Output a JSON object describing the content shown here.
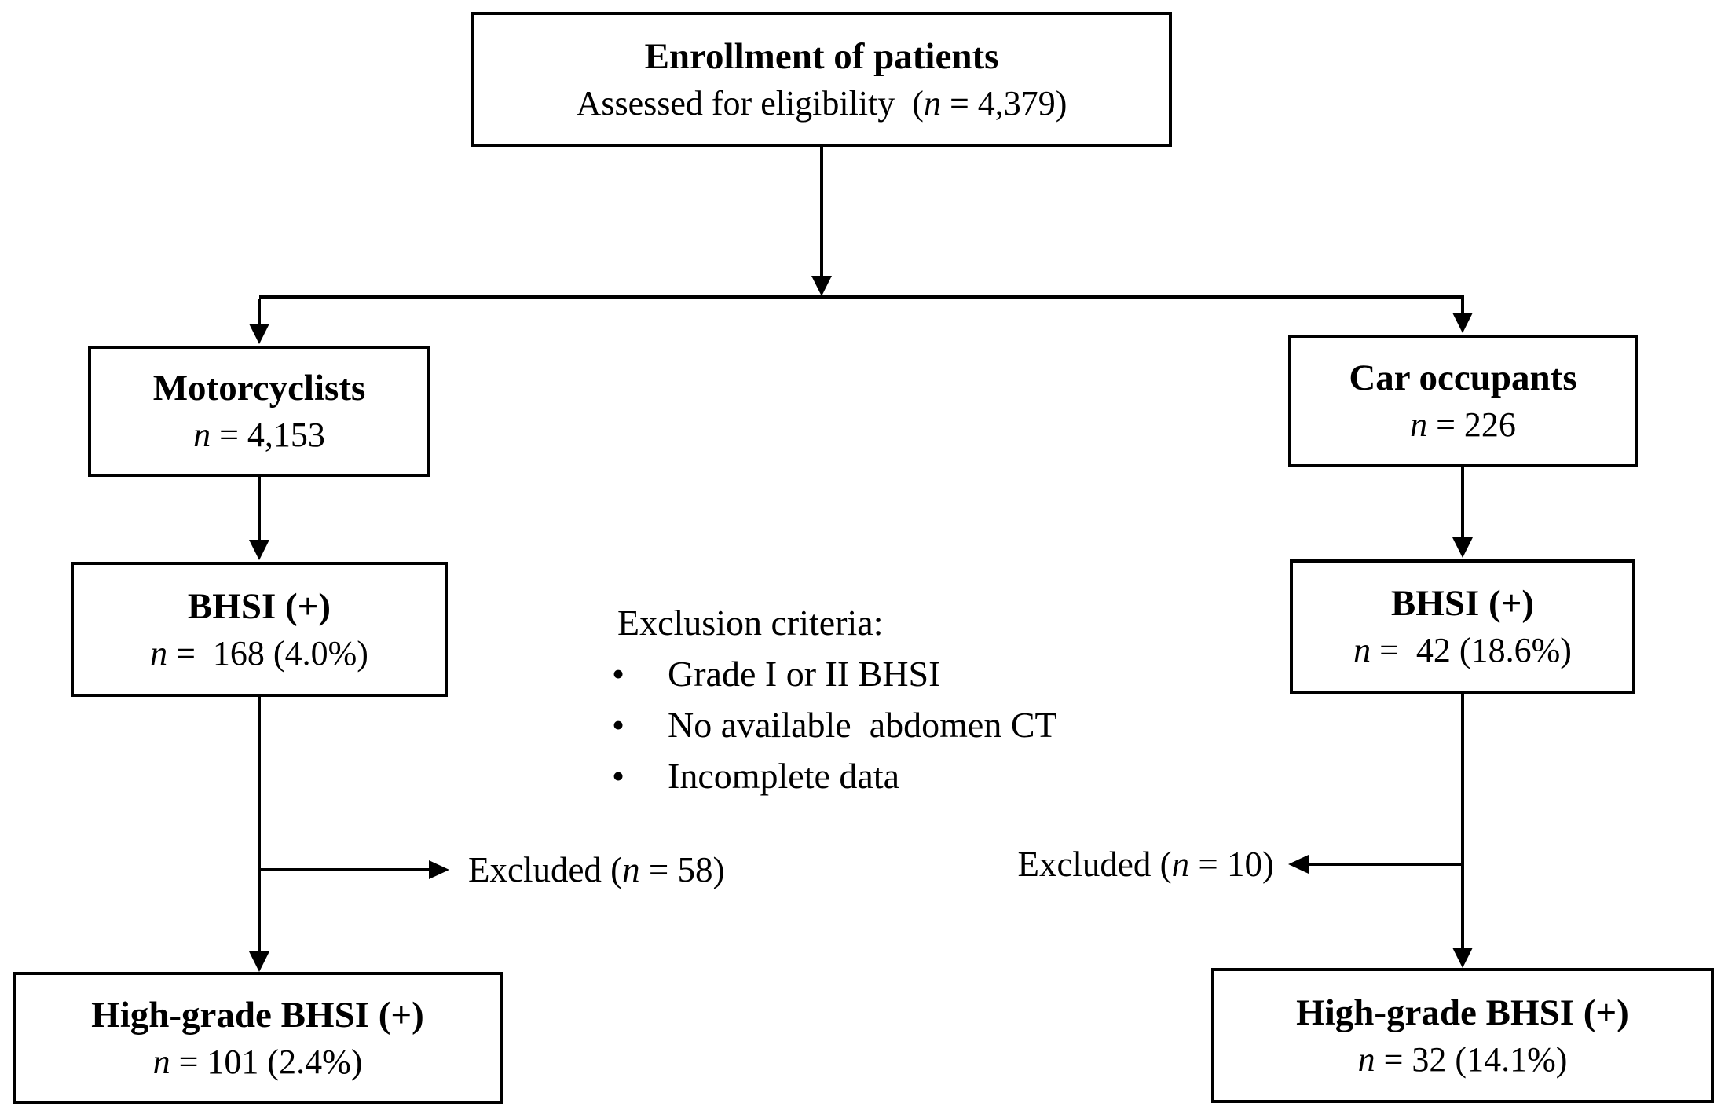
{
  "diagram": {
    "colors": {
      "background": "#ffffff",
      "line": "#000000",
      "box_border": "#000000",
      "text": "#000000"
    },
    "top_box": {
      "title": "Enrollment of patients",
      "subtitle_pre": "Assessed for eligibility  (",
      "subtitle_n": "n",
      "subtitle_post": " = 4,379)"
    },
    "left_branch": {
      "group_box": {
        "title": "Motorcyclists",
        "n": "n",
        "value": " = 4,153"
      },
      "bhsi_box": {
        "title": "BHSI (+)",
        "n": "n",
        "value": " =  168 (4.0%)"
      },
      "excluded": {
        "pre": "Excluded (",
        "n": "n",
        "post": " = 58)"
      },
      "outcome_box": {
        "title": "High-grade BHSI (+)",
        "n": "n",
        "value": " = 101 (2.4%)"
      }
    },
    "right_branch": {
      "group_box": {
        "title": "Car occupants",
        "n": "n",
        "value": " = 226"
      },
      "bhsi_box": {
        "title": "BHSI (+)",
        "n": "n",
        "value": " =  42 (18.6%)"
      },
      "excluded": {
        "pre": "Excluded (",
        "n": "n",
        "post": " = 10)"
      },
      "outcome_box": {
        "title": "High-grade BHSI (+)",
        "n": "n",
        "value": " = 32 (14.1%)"
      }
    },
    "exclusion_criteria": {
      "heading": "Exclusion criteria:",
      "bullet_char": "•",
      "items": [
        "Grade I or II BHSI",
        "No available  abdomen CT",
        "Incomplete data"
      ]
    }
  }
}
